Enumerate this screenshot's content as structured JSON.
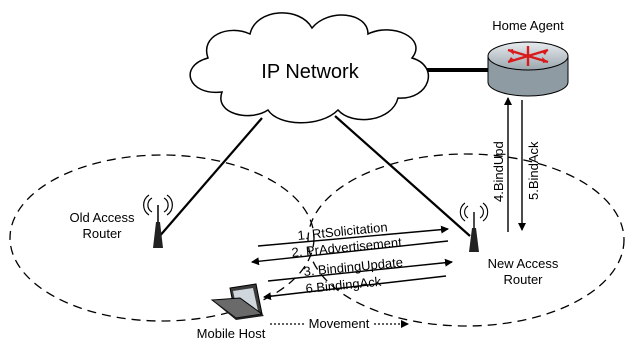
{
  "cloud_label": "IP Network",
  "home_agent_label": "Home Agent",
  "old_router_label_line1": "Old Access",
  "old_router_label_line2": "Router",
  "new_router_label_line1": "New Access",
  "new_router_label_line2": "Router",
  "mobile_host_label": "Mobile Host",
  "movement_label": "Movement",
  "messages": [
    "1. RtSolicitation",
    "2. PrAdvertisement",
    "3. BindingUpdate",
    "6.BindingAck"
  ],
  "home_agent_messages": [
    "4.BindUpd",
    "5.BindAck"
  ],
  "colors": {
    "router_body": "#b9c4cc",
    "router_top": "#d8dee2",
    "router_arrows": "#d91a1a",
    "cloud_fill": "#ffffff",
    "line": "#000000"
  },
  "icons": [
    "cloud-icon",
    "router-icon",
    "antenna-icon",
    "laptop-icon"
  ]
}
